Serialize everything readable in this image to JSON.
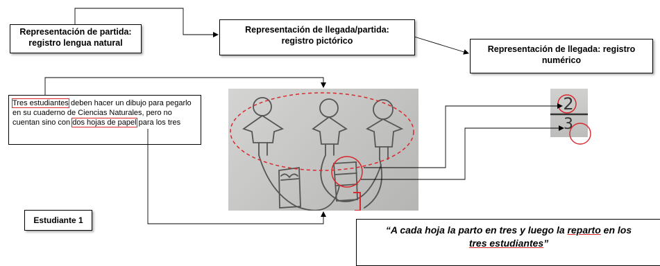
{
  "boxes": {
    "start": {
      "line1": "Representación de partida:",
      "line2": "registro lengua natural"
    },
    "mid": {
      "line1": "Representación de llegada/partida:",
      "line2": "registro pictórico"
    },
    "end": {
      "line1": "Representación de llegada: registro",
      "line2": "numérico"
    }
  },
  "problem": {
    "hl1": "Tres estudiantes",
    "t1": " deben hacer un dibujo para pegarlo en su cuaderno de Ciencias Naturales, pero no cuentan sino con ",
    "hl2": "dos hojas de papel",
    "t2": " para los tres"
  },
  "student_label": "Estudiante 1",
  "quote": {
    "q1": "“A cada hoja la parto en tres y luego la ",
    "q2": "reparto",
    "q3": " en los ",
    "q4": "tres estudiantes",
    "q5": "”"
  },
  "fraction": {
    "numerator": "2",
    "denominator": "3"
  },
  "colors": {
    "highlight": "#d9272d",
    "pencil": "#555555"
  }
}
